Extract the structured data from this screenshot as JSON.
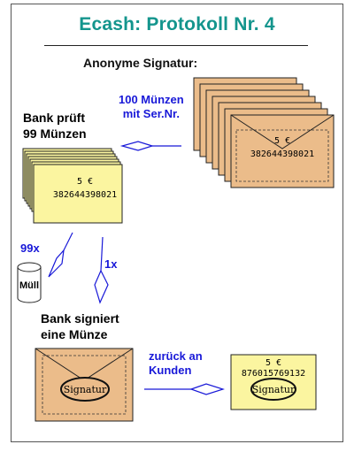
{
  "title": "Ecash:  Protokoll Nr. 4",
  "subtitle": "Anonyme  Signatur:",
  "labels": {
    "coins_sent_line1": "100 Münzen",
    "coins_sent_line2": "mit Ser.Nr.",
    "bank_checks_line1": "Bank  prüft",
    "bank_checks_line2": "99 Münzen",
    "discard_count": "99x",
    "trash_label": "Müll",
    "one_x": "1x",
    "bank_signs_line1": "Bank  signiert",
    "bank_signs_line2": "eine  Münze",
    "return_line1": "zurück an",
    "return_line2": "Kunden"
  },
  "coin": {
    "value": "5  €",
    "serial_envelope": "382644398021",
    "serial_stack": "382644398021",
    "serial_final": "876015769132",
    "signature": "Signatur"
  },
  "colors": {
    "title": "#14958d",
    "arrow_blue": "#1818d8",
    "envelope_fill": "#ebbc8a",
    "coin_fill": "#fbf5a0"
  }
}
